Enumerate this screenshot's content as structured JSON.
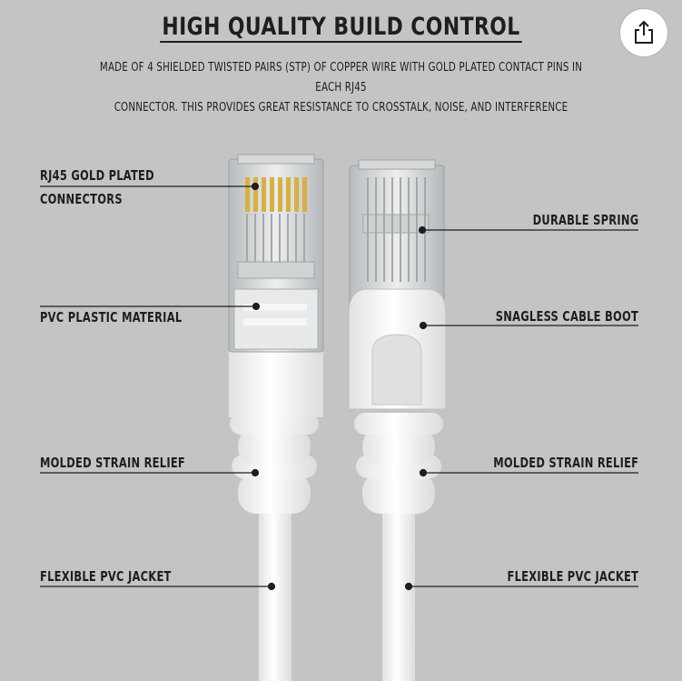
{
  "title": "HIGH QUALITY BUILD CONTROL",
  "subtitle_line1": "MADE OF 4 SHIELDED TWISTED PAIRS (STP) OF COPPER WIRE WITH GOLD PLATED CONTACT PINS IN EACH RJ45",
  "subtitle_line2": "CONNECTOR. THIS PROVIDES GREAT RESISTANCE TO CROSSTALK, NOISE, AND INTERFERENCE",
  "labels": {
    "rj45_line1": "RJ45 GOLD PLATED",
    "rj45_line2": "CONNECTORS",
    "pvc_plastic": "PVC PLASTIC MATERIAL",
    "strain_left": "MOLDED STRAIN RELIEF",
    "jacket_left": "FLEXIBLE PVC JACKET",
    "spring": "DURABLE SPRING",
    "boot": "SNAGLESS CABLE BOOT",
    "strain_right": "MOLDED STRAIN RELIEF",
    "jacket_right": "FLEXIBLE PVC JACKET"
  },
  "colors": {
    "background": "#c4c4c4",
    "text": "#1e1e1e",
    "cable": "#ffffff",
    "gold": "#d8b040"
  },
  "share_icon": "share-icon"
}
